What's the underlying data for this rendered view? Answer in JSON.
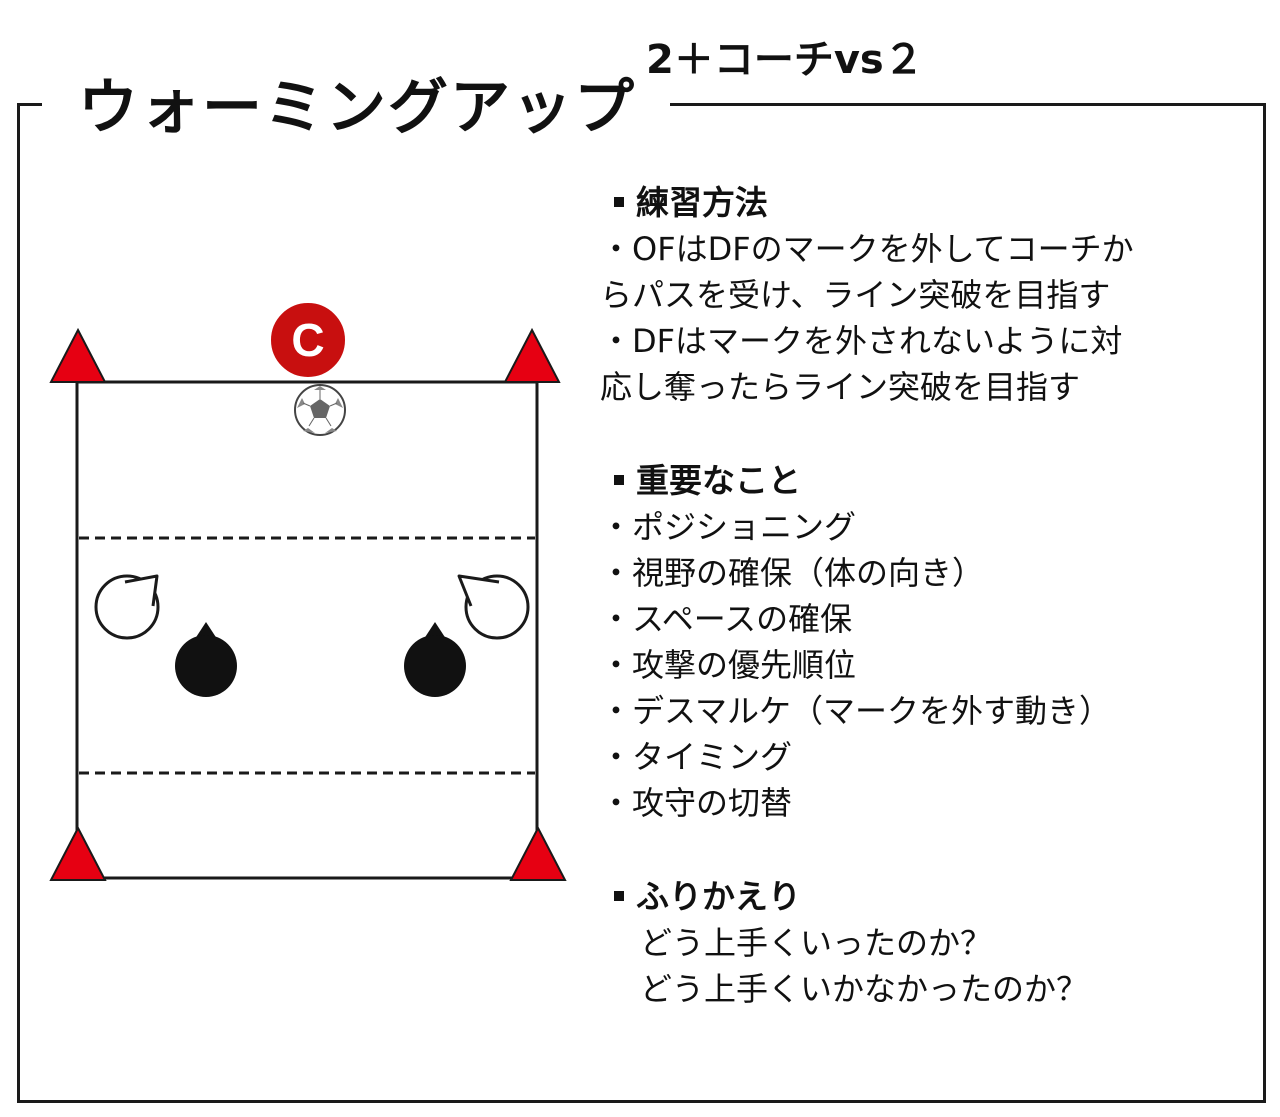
{
  "header": {
    "title": "ウォーミングアップ",
    "subtitle": "2＋コーチvs２"
  },
  "diagram": {
    "coach_label": "C",
    "colors": {
      "cone": "#e60012",
      "coach": "#c80f0f",
      "player": "#111111",
      "line": "#1a1a1a"
    }
  },
  "method": {
    "heading": "練習方法",
    "lines": [
      "・OFはDFのマークを外してコーチか",
      "らパスを受け、ライン突破を目指す",
      "・DFはマークを外されないように対",
      "応し奪ったらライン突破を目指す"
    ]
  },
  "important": {
    "heading": "重要なこと",
    "items": [
      "・ポジショニング",
      "・視野の確保（体の向き）",
      "・スペースの確保",
      "・攻撃の優先順位",
      "・デスマルケ（マークを外す動き）",
      "・タイミング",
      "・攻守の切替"
    ]
  },
  "reflection": {
    "heading": "ふりかえり",
    "lines": [
      "どう上手くいったのか？",
      "どう上手くいかなかったのか？"
    ]
  }
}
